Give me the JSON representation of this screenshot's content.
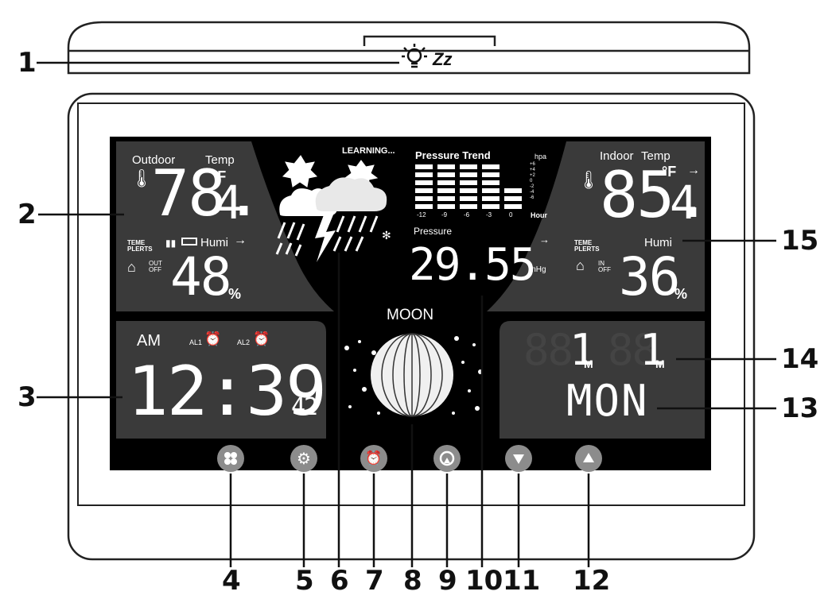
{
  "callouts": [
    "1",
    "2",
    "3",
    "4",
    "5",
    "6",
    "7",
    "8",
    "9",
    "10",
    "11",
    "12",
    "13",
    "14",
    "15"
  ],
  "top_bar": {
    "backlight_icon": "bulb-icon",
    "snooze_label": "Zz"
  },
  "outdoor": {
    "label": "Outdoor",
    "temp_label": "Temp",
    "unit_f": "°F",
    "temp_main": "78.",
    "temp_dec": "4",
    "alerts": "TEME\nPLERTS",
    "humi_label": "Humi",
    "out_off": "OUT\nOFF",
    "humidity": "48",
    "pct": "%"
  },
  "forecast": {
    "learning": "LEARNING..."
  },
  "pressure": {
    "trend_title": "Pressure Trend",
    "hpa": "hpa",
    "scale": [
      "+6",
      "+4",
      "+2",
      "0",
      "-2",
      "-4",
      "-6"
    ],
    "hours": [
      "-12",
      "-9",
      "-6",
      "-3",
      "0"
    ],
    "hour_label": "Hour",
    "label": "Pressure",
    "value": "29.55",
    "unit": "inHg"
  },
  "indoor": {
    "label": "Indoor",
    "temp_label": "Temp",
    "unit_f": "°F",
    "temp_main": "85.",
    "temp_dec": "4",
    "alerts": "TEME\nPLERTS",
    "humi_label": "Humi",
    "in_off": "IN\nOFF",
    "humidity": "36",
    "pct": "%"
  },
  "clock": {
    "ampm": "AM",
    "al1": "AL1",
    "al2": "AL2",
    "time": "12:39",
    "seconds": "42"
  },
  "moon": {
    "label": "MOON"
  },
  "date": {
    "month": "1",
    "month_suffix": "M",
    "day": "1",
    "day_suffix": "M",
    "weekday": "MON",
    "ghost": "88"
  },
  "buttons": [
    "clover-icon",
    "gear-icon",
    "alarm-clock-icon",
    "reset-icon",
    "down-arrow-icon",
    "up-arrow-icon"
  ]
}
